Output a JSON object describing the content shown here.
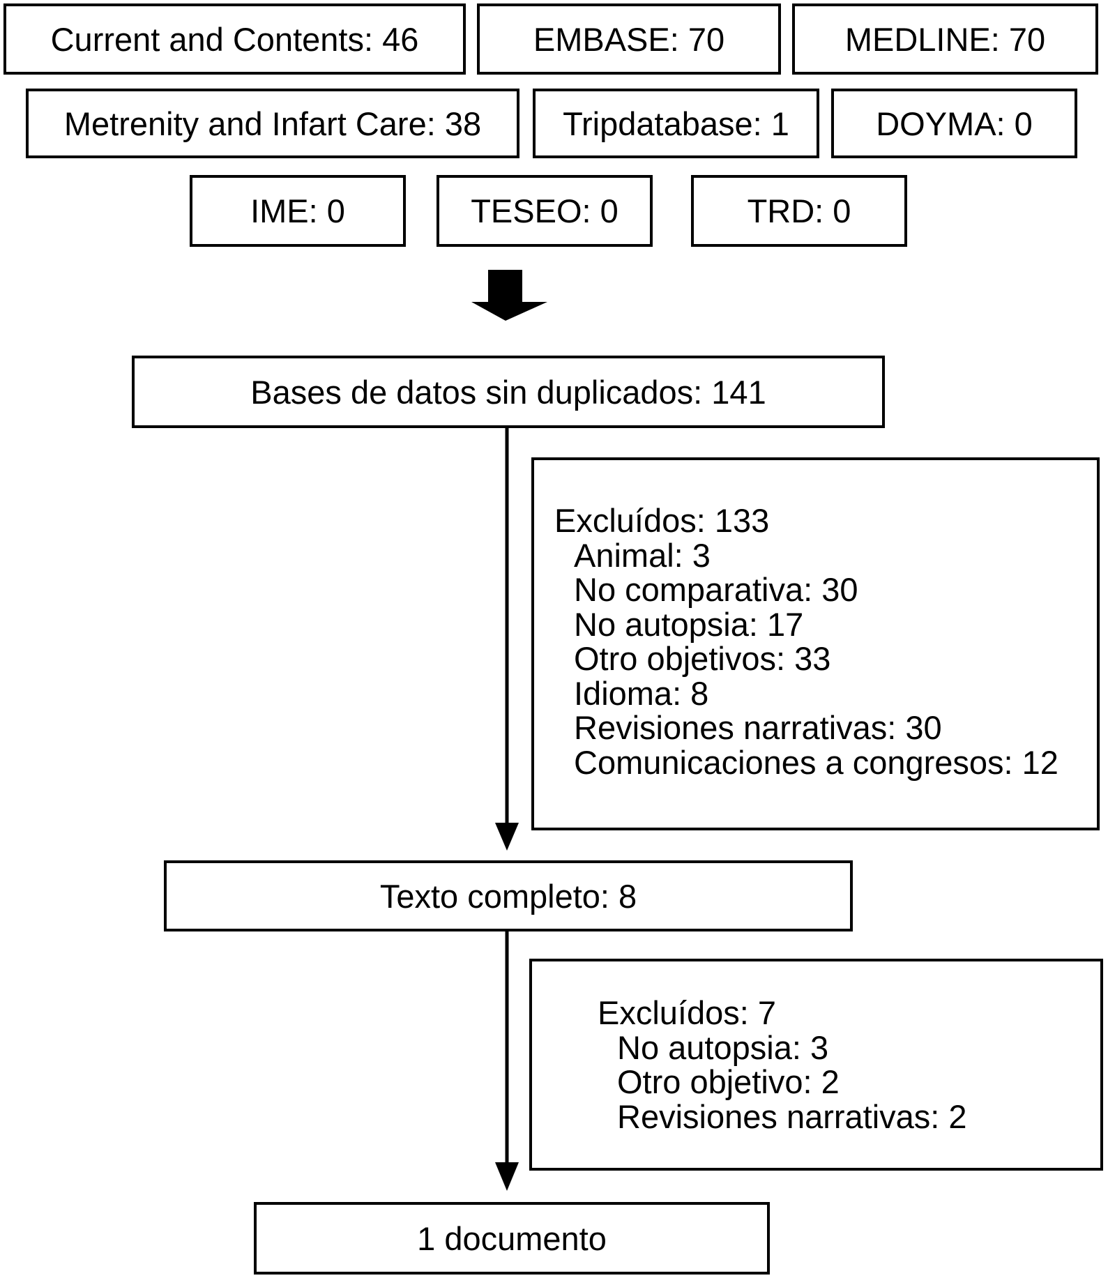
{
  "sources": {
    "row1": [
      {
        "label": "Current and Contents: 46"
      },
      {
        "label": "EMBASE: 70"
      },
      {
        "label": "MEDLINE: 70"
      }
    ],
    "row2": [
      {
        "label": "Metrenity and Infart Care: 38"
      },
      {
        "label": "Tripdatabase: 1"
      },
      {
        "label": "DOYMA: 0"
      }
    ],
    "row3": [
      {
        "label": "IME: 0"
      },
      {
        "label": "TESEO: 0"
      },
      {
        "label": "TRD: 0"
      }
    ]
  },
  "steps": {
    "deduplicated": "Bases de datos sin duplicados: 141",
    "full_text": "Texto completo: 8",
    "final": "1 documento"
  },
  "exclusions_1": {
    "heading": "Excluídos: 133",
    "items": [
      "Animal: 3",
      "No comparativa: 30",
      "No autopsia: 17",
      "Otro objetivos: 33",
      "Idioma: 8",
      "Revisiones narrativas: 30",
      "Comunicaciones a congresos: 12"
    ]
  },
  "exclusions_2": {
    "heading": "Excluídos: 7",
    "items": [
      "No autopsia: 3",
      "Otro objetivo: 2",
      "Revisiones narrativas: 2"
    ]
  }
}
